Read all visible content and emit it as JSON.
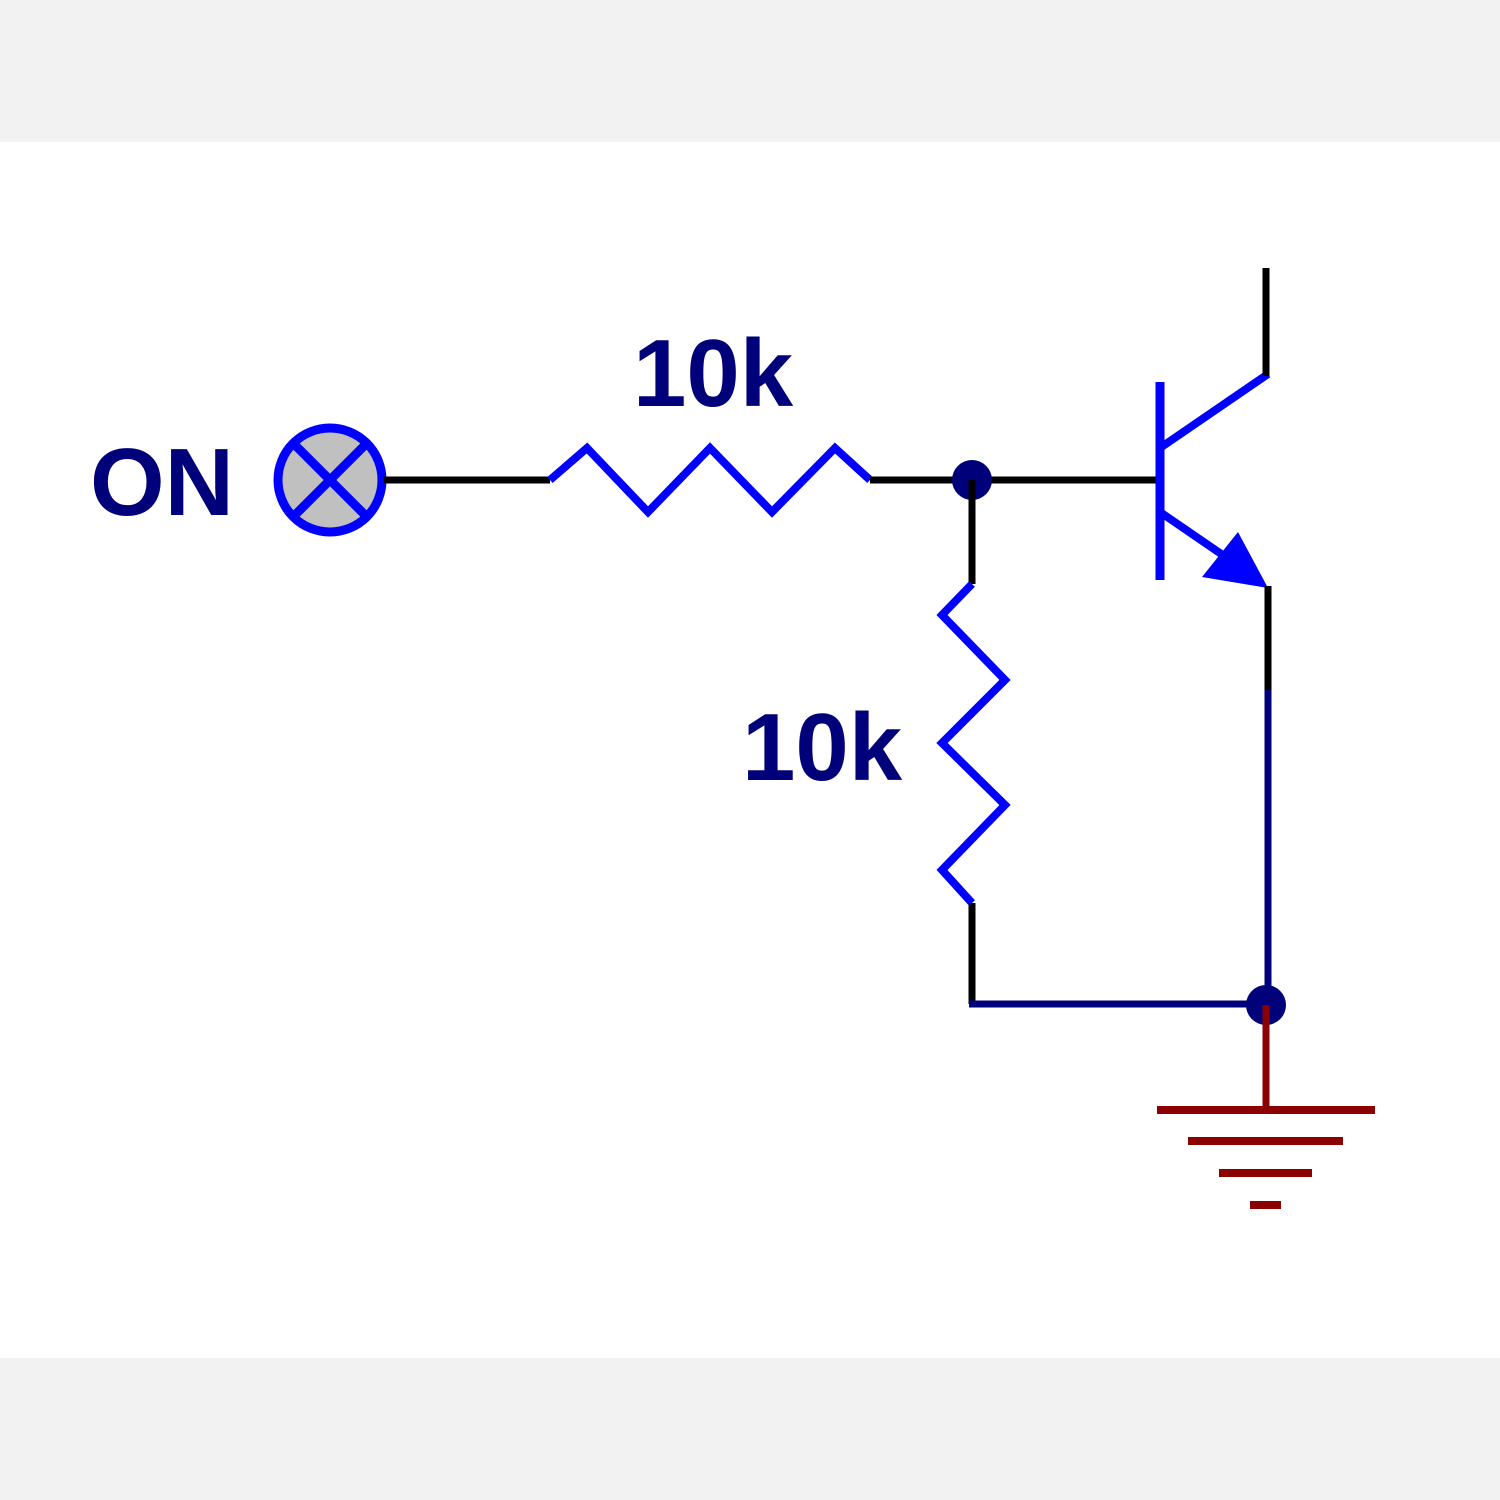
{
  "diagram": {
    "input_label": "ON",
    "r1_value": "10k",
    "r2_value": "10k"
  },
  "colors": {
    "background_band": "#f2f2f2",
    "sheet": "#ffffff",
    "wire": "#000000",
    "component": "#0000ff",
    "junction": "#00007a",
    "label_text": "#00007a",
    "ground": "#8b0000",
    "indicator_fill": "#c0c0c0"
  },
  "icons": {
    "input_indicator": "lamp-x-icon",
    "ground": "ground-icon",
    "transistor": "npn-transistor-icon"
  }
}
